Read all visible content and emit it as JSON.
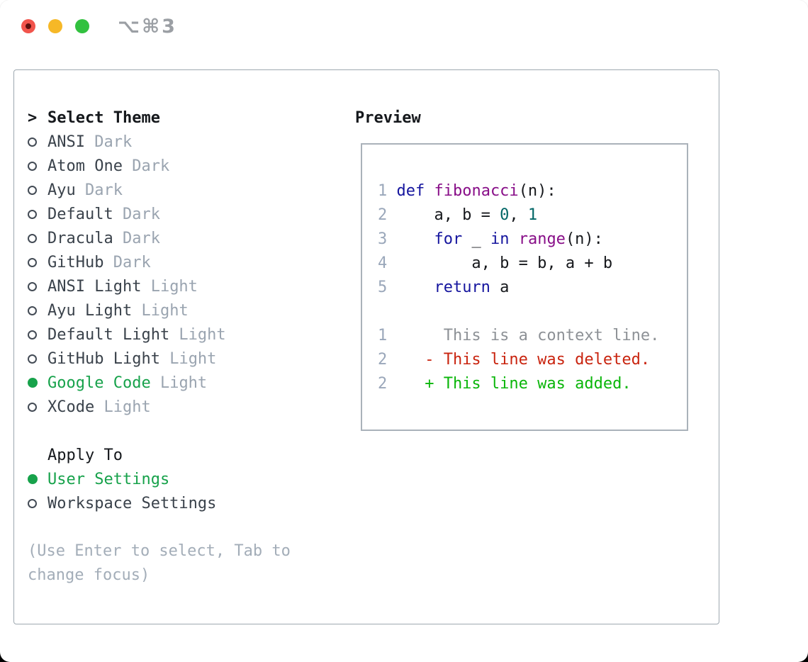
{
  "window": {
    "title": "⌥⌘3",
    "traffic_lights": [
      "close",
      "minimize",
      "zoom"
    ]
  },
  "colors": {
    "selected_green": "#17a24b",
    "added_green": "#0ab60a",
    "deleted_red": "#c9240f",
    "keyword_blue": "#15159e",
    "function_magenta": "#880e88",
    "literal_teal": "#006666",
    "muted_gray": "#9aa4b0",
    "panel_border": "#9ea8b0"
  },
  "theme_panel": {
    "header": {
      "cursor": ">",
      "label": "Select Theme"
    },
    "themes": [
      {
        "name": "ANSI",
        "variant": "Dark",
        "selected": false
      },
      {
        "name": "Atom One",
        "variant": "Dark",
        "selected": false
      },
      {
        "name": "Ayu",
        "variant": "Dark",
        "selected": false
      },
      {
        "name": "Default",
        "variant": "Dark",
        "selected": false
      },
      {
        "name": "Dracula",
        "variant": "Dark",
        "selected": false
      },
      {
        "name": "GitHub",
        "variant": "Dark",
        "selected": false
      },
      {
        "name": "ANSI Light",
        "variant": "Light",
        "selected": false
      },
      {
        "name": "Ayu Light",
        "variant": "Light",
        "selected": false
      },
      {
        "name": "Default Light",
        "variant": "Light",
        "selected": false
      },
      {
        "name": "GitHub Light",
        "variant": "Light",
        "selected": false
      },
      {
        "name": "Google Code",
        "variant": "Light",
        "selected": true
      },
      {
        "name": "XCode",
        "variant": "Light",
        "selected": false
      }
    ],
    "apply_to": {
      "label": "Apply To",
      "options": [
        {
          "name": "User Settings",
          "selected": true
        },
        {
          "name": "Workspace Settings",
          "selected": false
        }
      ]
    },
    "hint": "(Use Enter to select, Tab to change focus)"
  },
  "preview": {
    "label": "Preview",
    "code_lines": [
      {
        "num": "1",
        "segments": [
          {
            "t": "def",
            "c": "kw"
          },
          {
            "t": " "
          },
          {
            "t": "fibonacci",
            "c": "fn"
          },
          {
            "t": "(n):"
          }
        ]
      },
      {
        "num": "2",
        "segments": [
          {
            "t": "    a, b = "
          },
          {
            "t": "0",
            "c": "lit"
          },
          {
            "t": ", "
          },
          {
            "t": "1",
            "c": "lit"
          }
        ]
      },
      {
        "num": "3",
        "segments": [
          {
            "t": "    "
          },
          {
            "t": "for",
            "c": "kw"
          },
          {
            "t": " _ "
          },
          {
            "t": "in",
            "c": "kw"
          },
          {
            "t": " "
          },
          {
            "t": "range",
            "c": "fn"
          },
          {
            "t": "(n):"
          }
        ]
      },
      {
        "num": "4",
        "segments": [
          {
            "t": "        a, b = b, a + b"
          }
        ]
      },
      {
        "num": "5",
        "segments": [
          {
            "t": "    "
          },
          {
            "t": "return",
            "c": "kw"
          },
          {
            "t": " a"
          }
        ]
      }
    ],
    "diff_lines": [
      {
        "num": "1",
        "type": "context",
        "text": "     This is a context line."
      },
      {
        "num": "2",
        "type": "deleted",
        "text": "   - This line was deleted."
      },
      {
        "num": "2",
        "type": "added",
        "text": "   + This line was added."
      }
    ]
  }
}
